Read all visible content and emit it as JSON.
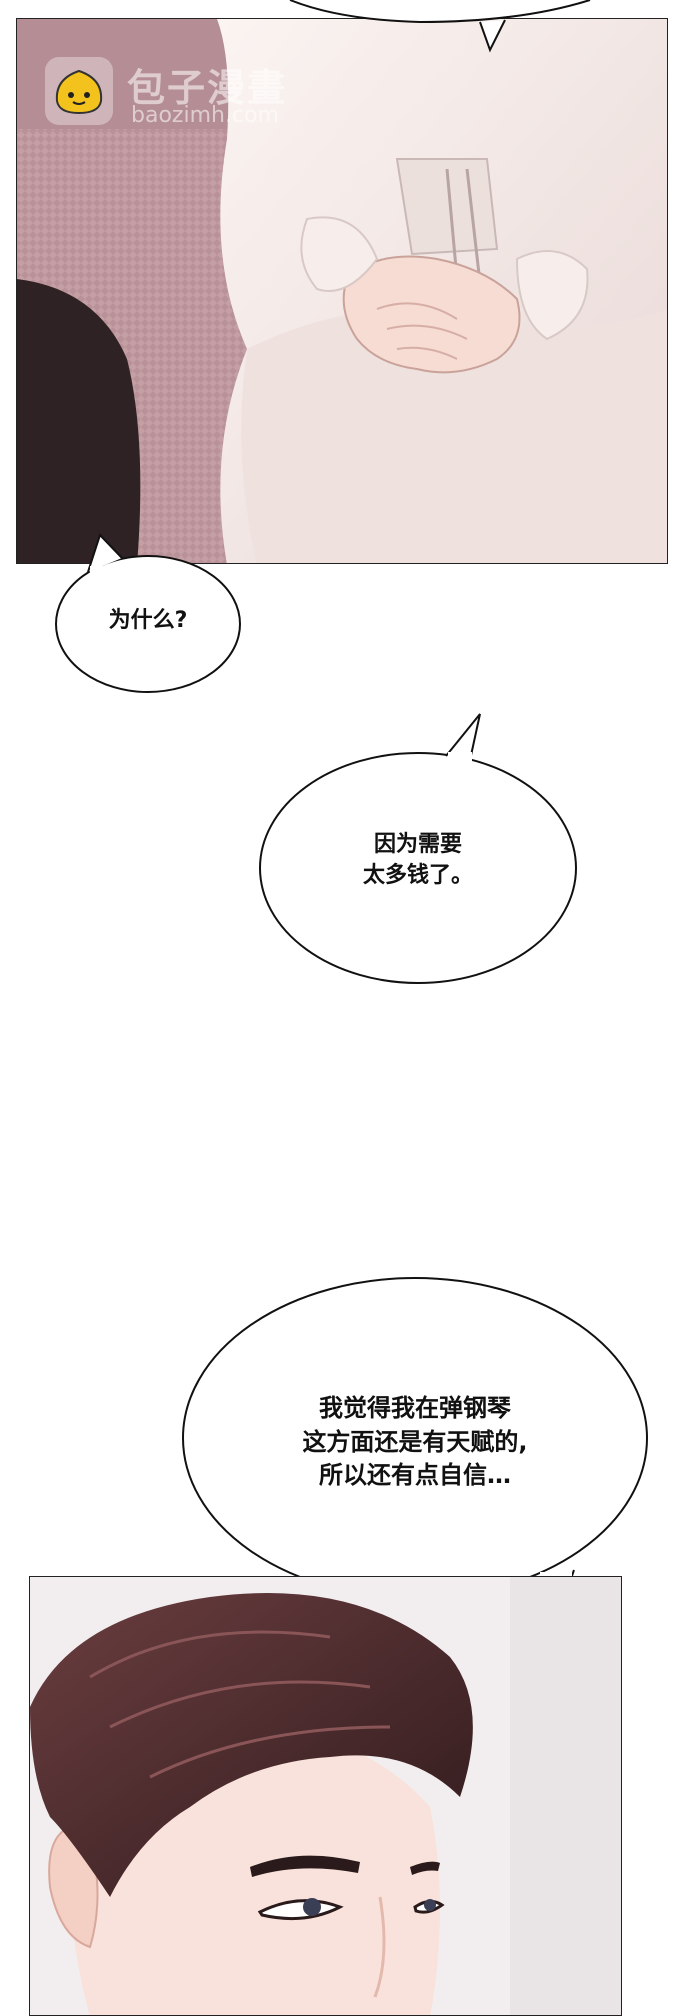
{
  "watermark": {
    "title": "包子漫畫",
    "domain": "baozimh.com",
    "logo_color": "#f3c21c"
  },
  "dialogue": {
    "bubble_1": "为什么?",
    "bubble_2": [
      "因为需要",
      "太多钱了。"
    ],
    "bubble_3": [
      "我觉得我在弹钢琴",
      "这方面还是有天赋的,",
      "所以还有点自信…"
    ]
  },
  "colors": {
    "top_panel_bg": "#caa9ae",
    "cloth": "#f4ebe8",
    "hair": "#4a2a2c",
    "skin": "#f6dcd3"
  }
}
